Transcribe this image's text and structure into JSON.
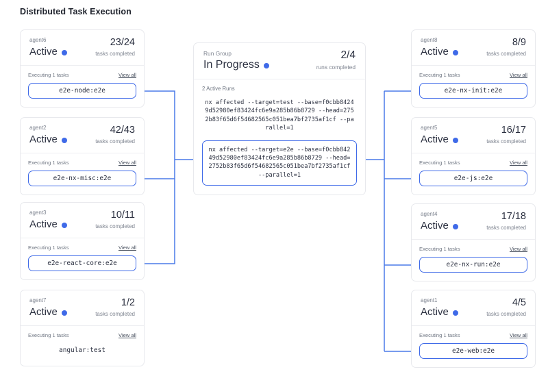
{
  "page": {
    "title": "Distributed Task Execution"
  },
  "theme": {
    "accent": "#3f6ae8",
    "card_border": "#e8e9ed",
    "text": "#2b3040",
    "muted": "#7d838f"
  },
  "labels": {
    "tasks_completed": "tasks completed",
    "runs_completed": "runs completed",
    "executing": "Executing 1 tasks",
    "view_all": "View all",
    "active_runs": "2 Active Runs",
    "status_dot": "status-dot-icon"
  },
  "run_group": {
    "kicker": "Run Group",
    "status": "In Progress",
    "count": "2/4",
    "count_label": "runs completed",
    "active_runs_label": "2 Active Runs",
    "runs": [
      {
        "text": "nx affected --target=test --base=f0cbb84249d52980ef83424fc6e9a285b86b8729 --head=2752b83f65d6f54682565c051bea7bf2735af1cf --parallel=1",
        "boxed": false
      },
      {
        "text": "nx affected --target=e2e --base=f0cbb84249d52980ef83424fc6e9a285b86b8729 --head=2752b83f65d6f54682565c051bea7bf2735af1cf --parallel=1",
        "boxed": true
      }
    ]
  },
  "left_agents": [
    {
      "name": "agent6",
      "status": "Active",
      "count": "23/24",
      "count_label": "tasks completed",
      "executing": "Executing 1 tasks",
      "view_all": "View all",
      "task": "e2e-node:e2e",
      "boxed": true
    },
    {
      "name": "agent2",
      "status": "Active",
      "count": "42/43",
      "count_label": "tasks completed",
      "executing": "Executing 1 tasks",
      "view_all": "View all",
      "task": "e2e-nx-misc:e2e",
      "boxed": true
    },
    {
      "name": "agent3",
      "status": "Active",
      "count": "10/11",
      "count_label": "tasks completed",
      "executing": "Executing 1 tasks",
      "view_all": "View all",
      "task": "e2e-react-core:e2e",
      "boxed": true
    },
    {
      "name": "agent7",
      "status": "Active",
      "count": "1/2",
      "count_label": "tasks completed",
      "executing": "Executing 1 tasks",
      "view_all": "View all",
      "task": "angular:test",
      "boxed": false
    }
  ],
  "right_agents": [
    {
      "name": "agent8",
      "status": "Active",
      "count": "8/9",
      "count_label": "tasks completed",
      "executing": "Executing 1 tasks",
      "view_all": "View all",
      "task": "e2e-nx-init:e2e",
      "boxed": true
    },
    {
      "name": "agent5",
      "status": "Active",
      "count": "16/17",
      "count_label": "tasks completed",
      "executing": "Executing 1 tasks",
      "view_all": "View all",
      "task": "e2e-js:e2e",
      "boxed": true
    },
    {
      "name": "agent4",
      "status": "Active",
      "count": "17/18",
      "count_label": "tasks completed",
      "executing": "Executing 1 tasks",
      "view_all": "View all",
      "task": "e2e-nx-run:e2e",
      "boxed": true
    },
    {
      "name": "agent1",
      "status": "Active",
      "count": "4/5",
      "count_label": "tasks completed",
      "executing": "Executing 1 tasks",
      "view_all": "View all",
      "task": "e2e-web:e2e",
      "boxed": true
    }
  ]
}
